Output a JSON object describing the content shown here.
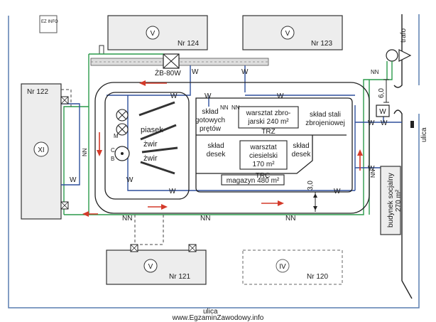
{
  "logo": {
    "text": "EZ INFO"
  },
  "buildings": {
    "nr124": {
      "mark": "V",
      "label": "Nr 124"
    },
    "nr123": {
      "mark": "V",
      "label": "Nr 123"
    },
    "nr122": {
      "mark": "XI",
      "label": "Nr 122"
    },
    "nr121": {
      "mark": "V",
      "label": "Nr 121"
    },
    "nr120": {
      "mark": "IV",
      "label": "Nr 120"
    }
  },
  "crane": {
    "label": "ŻB-80W"
  },
  "trafo": {
    "label": "trafo"
  },
  "streets": {
    "bottom": "ulica",
    "right": "ulica"
  },
  "footer": {
    "url": "www.EgzaminZawodowy.info"
  },
  "social": {
    "line1": "budynek socjalny",
    "line2": "270 m²"
  },
  "dims": {
    "top": "6,0",
    "bottom": "3,0"
  },
  "aggregates": {
    "piasek": "piasek",
    "zwir1": "żwir",
    "zwir2": "żwir",
    "m": "M",
    "c": "C",
    "b": "B"
  },
  "areas": {
    "sklad_pretow": [
      "skład",
      "gotowych",
      "prętów"
    ],
    "warsztat_zbro": [
      "warsztat zbro-",
      "jarski 240 m²"
    ],
    "sklad_stali": [
      "skład stali",
      "zbrojeniowej"
    ],
    "trz": "TRZ",
    "sklad_desek_l": [
      "skład",
      "desek"
    ],
    "warsztat_ciesielski": [
      "warsztat",
      "ciesielski",
      "170 m²"
    ],
    "sklad_desek_r": [
      "skład",
      "desek"
    ],
    "trc": "TRC",
    "magazyn": "magazyn 480 m²"
  },
  "utility": {
    "nn": "NN",
    "w": "W"
  },
  "colors": {
    "nn_line": "#2a9a4a",
    "w_line": "#2e4f9c",
    "traffic_arrow": "#d43a2a",
    "site_fence": "#5a7fb0"
  }
}
